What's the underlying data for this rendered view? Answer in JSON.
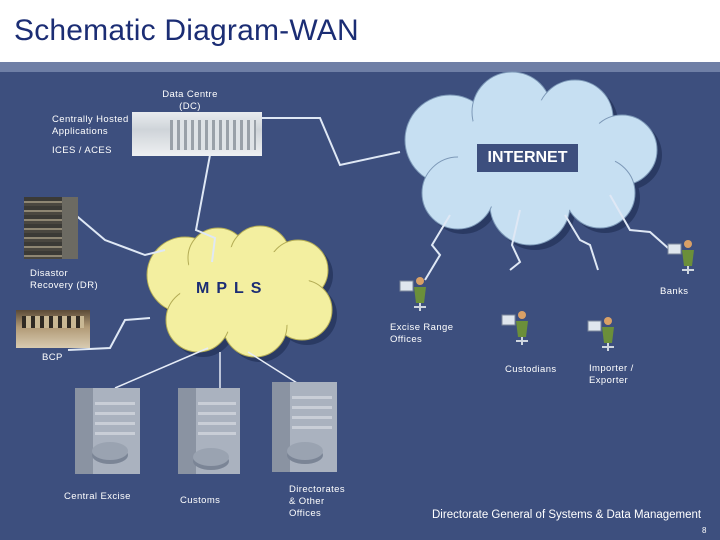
{
  "title": "Schematic Diagram-WAN",
  "labels": {
    "data_centre": "Data Centre\n(DC)",
    "centrally_hosted": "Centrally Hosted\nApplications",
    "ices_aces": "ICES / ACES",
    "disaster_recovery": "Disastor\nRecovery (DR)",
    "bcp": "BCP",
    "banks": "Banks",
    "excise_range": "Excise Range\nOffices",
    "custodians": "Custodians",
    "importer_exporter": "Importer /\nExporter",
    "central_excise": "Central Excise",
    "customs": "Customs",
    "directorates": "Directorates\n& Other\nOffices"
  },
  "clouds": {
    "internet": "INTERNET",
    "mpls": "MPLS"
  },
  "footer": "Directorate General of Systems & Data Management",
  "page_number": "8",
  "colors": {
    "background": "#3d4f7e",
    "title_text": "#1b2d74",
    "internet_cloud": "#c6dff2",
    "mpls_cloud": "#f3efa0"
  }
}
